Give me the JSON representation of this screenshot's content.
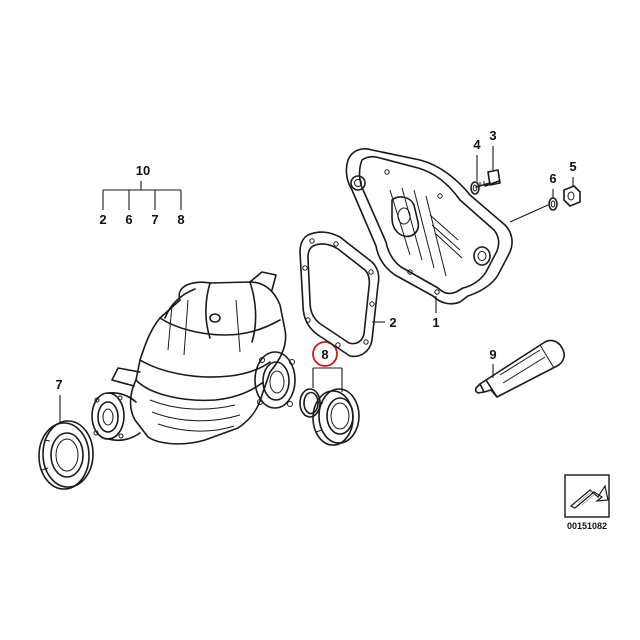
{
  "callouts": {
    "group_parent": "10",
    "group_children": [
      "2",
      "6",
      "7",
      "8"
    ],
    "bolt": "3",
    "washer": "4",
    "nut": "5",
    "washer_right": "6",
    "gasket": "2",
    "cover": "1",
    "seal_left": "7",
    "seal_right_highlighted": "8",
    "sealant_tube": "9"
  },
  "diagram_number": "00151082",
  "highlight_color": "#d01818"
}
